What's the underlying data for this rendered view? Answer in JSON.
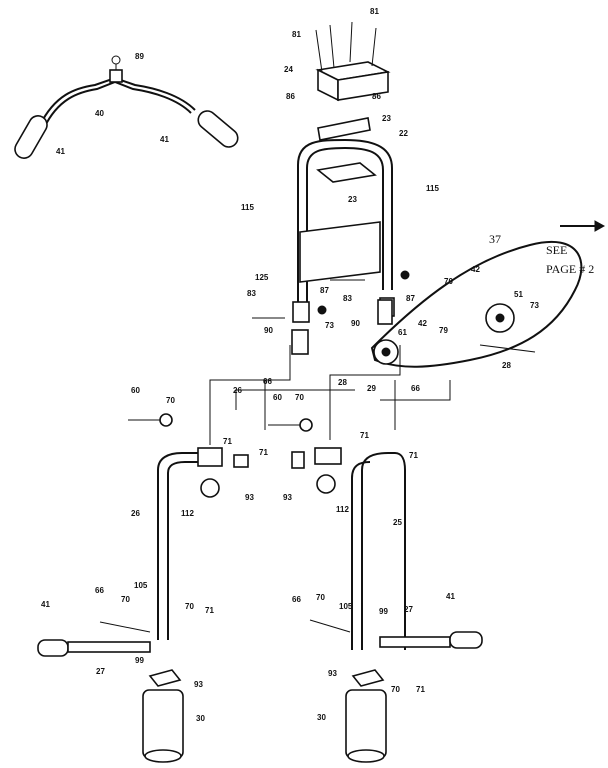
{
  "callouts": [
    "37",
    "SEE",
    "PAGE # 2"
  ],
  "labels": [
    {
      "id": "n89",
      "text": "89"
    },
    {
      "id": "n40",
      "text": "40"
    },
    {
      "id": "n41a",
      "text": "41"
    },
    {
      "id": "n41b",
      "text": "41"
    },
    {
      "id": "n81a",
      "text": "81"
    },
    {
      "id": "n81b",
      "text": "81"
    },
    {
      "id": "n24",
      "text": "24"
    },
    {
      "id": "n86a",
      "text": "86"
    },
    {
      "id": "n86b",
      "text": "86"
    },
    {
      "id": "n23a",
      "text": "23"
    },
    {
      "id": "n22",
      "text": "22"
    },
    {
      "id": "n23b",
      "text": "23"
    },
    {
      "id": "n115a",
      "text": "115"
    },
    {
      "id": "n115b",
      "text": "115"
    },
    {
      "id": "n125",
      "text": "125"
    },
    {
      "id": "n83a",
      "text": "83"
    },
    {
      "id": "n87a",
      "text": "87"
    },
    {
      "id": "n83b",
      "text": "83"
    },
    {
      "id": "n87b",
      "text": "87"
    },
    {
      "id": "n90a",
      "text": "90"
    },
    {
      "id": "n90b",
      "text": "90"
    },
    {
      "id": "n70a",
      "text": "70"
    },
    {
      "id": "n42a",
      "text": "42"
    },
    {
      "id": "n51",
      "text": "51"
    },
    {
      "id": "n73a",
      "text": "73"
    },
    {
      "id": "n73b",
      "text": "73"
    },
    {
      "id": "n61",
      "text": "61"
    },
    {
      "id": "n42b",
      "text": "42"
    },
    {
      "id": "n79",
      "text": "79"
    },
    {
      "id": "n28a",
      "text": "28"
    },
    {
      "id": "n28b",
      "text": "28"
    },
    {
      "id": "n66a",
      "text": "66"
    },
    {
      "id": "n29",
      "text": "29"
    },
    {
      "id": "n66b",
      "text": "66"
    },
    {
      "id": "n60a",
      "text": "60"
    },
    {
      "id": "n70b",
      "text": "70"
    },
    {
      "id": "n26a",
      "text": "26"
    },
    {
      "id": "n60b",
      "text": "60"
    },
    {
      "id": "n70c",
      "text": "70"
    },
    {
      "id": "n71a",
      "text": "71"
    },
    {
      "id": "n71b",
      "text": "71"
    },
    {
      "id": "n71c",
      "text": "71"
    },
    {
      "id": "n71d",
      "text": "71"
    },
    {
      "id": "n93a",
      "text": "93"
    },
    {
      "id": "n93b",
      "text": "93"
    },
    {
      "id": "n112a",
      "text": "112"
    },
    {
      "id": "n112b",
      "text": "112"
    },
    {
      "id": "n26b",
      "text": "26"
    },
    {
      "id": "n25",
      "text": "25"
    },
    {
      "id": "n41c",
      "text": "41"
    },
    {
      "id": "n66c",
      "text": "66"
    },
    {
      "id": "n105a",
      "text": "105"
    },
    {
      "id": "n70d",
      "text": "70"
    },
    {
      "id": "n70e",
      "text": "70"
    },
    {
      "id": "n71e",
      "text": "71"
    },
    {
      "id": "n99a",
      "text": "99"
    },
    {
      "id": "n27a",
      "text": "27"
    },
    {
      "id": "n93c",
      "text": "93"
    },
    {
      "id": "n30a",
      "text": "30"
    },
    {
      "id": "n66d",
      "text": "66"
    },
    {
      "id": "n70f",
      "text": "70"
    },
    {
      "id": "n105b",
      "text": "105"
    },
    {
      "id": "n99b",
      "text": "99"
    },
    {
      "id": "n27b",
      "text": "27"
    },
    {
      "id": "n41d",
      "text": "41"
    },
    {
      "id": "n70g",
      "text": "70"
    },
    {
      "id": "n71f",
      "text": "71"
    },
    {
      "id": "n93d",
      "text": "93"
    },
    {
      "id": "n30b",
      "text": "30"
    }
  ]
}
